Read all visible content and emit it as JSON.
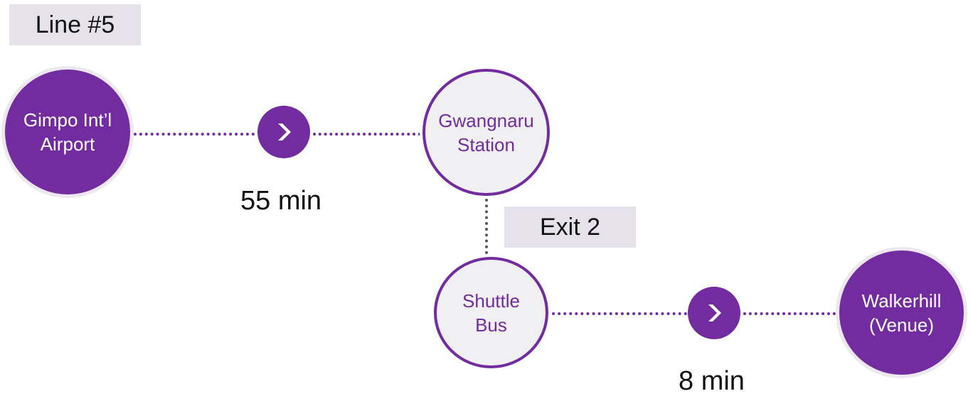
{
  "line_tag": "Line #5",
  "exit_tag": "Exit 2",
  "nodes": {
    "gimpo": "Gimpo Int’l\nAirport",
    "gwangnaru": "Gwangnaru\nStation",
    "shuttle": "Shuttle\nBus",
    "walkerhill": "Walkerhill\n(Venue)"
  },
  "times": {
    "subway": "55 min",
    "bus": "8 min"
  },
  "colors": {
    "accent": "#722c9f",
    "tag_bg": "#e6e2ec",
    "node_light_bg": "#f0eff2",
    "exit_connector": "#555555"
  },
  "icons": {
    "step_arrow": "chevron-right-icon"
  }
}
